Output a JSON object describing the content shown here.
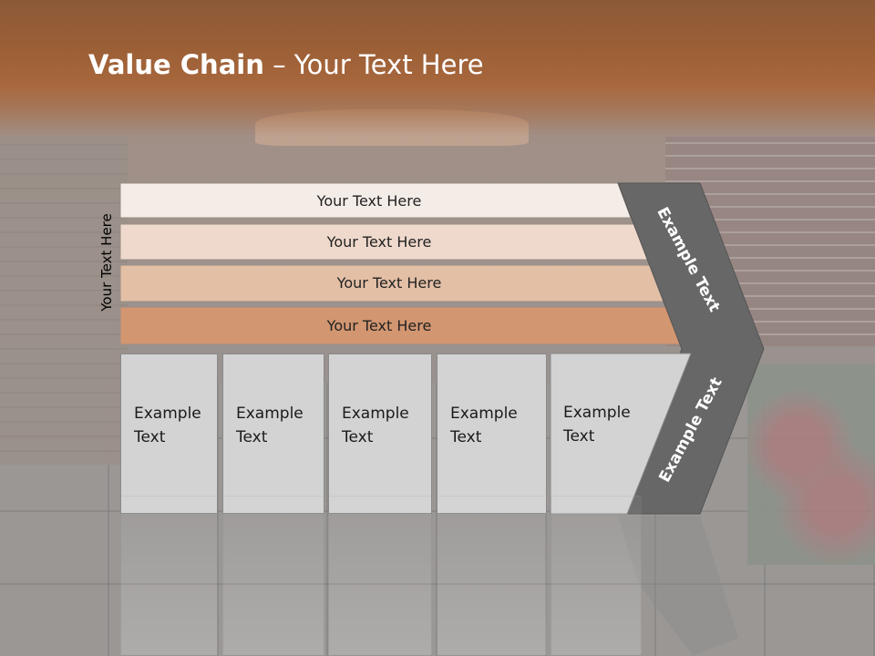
{
  "slide": {
    "title_bold": "Value Chain",
    "title_rest": " – Your Text Here",
    "side_label": "Your Text Here"
  },
  "bands": [
    {
      "label": "Your Text Here",
      "color": "#f4ece7"
    },
    {
      "label": "Your Text Here",
      "color": "#efd9cc"
    },
    {
      "label": "Your Text Here",
      "color": "#e3bfa6"
    },
    {
      "label": "Your Text Here",
      "color": "#d29670"
    }
  ],
  "columns": [
    {
      "line1": "Example",
      "line2": "Text"
    },
    {
      "line1": "Example",
      "line2": "Text"
    },
    {
      "line1": "Example",
      "line2": "Text"
    },
    {
      "line1": "Example",
      "line2": "Text"
    },
    {
      "line1": "Example",
      "line2": "Text"
    }
  ],
  "chevron": {
    "upper_label": "Example Text",
    "lower_label": "Example Text",
    "color": "#676767"
  }
}
